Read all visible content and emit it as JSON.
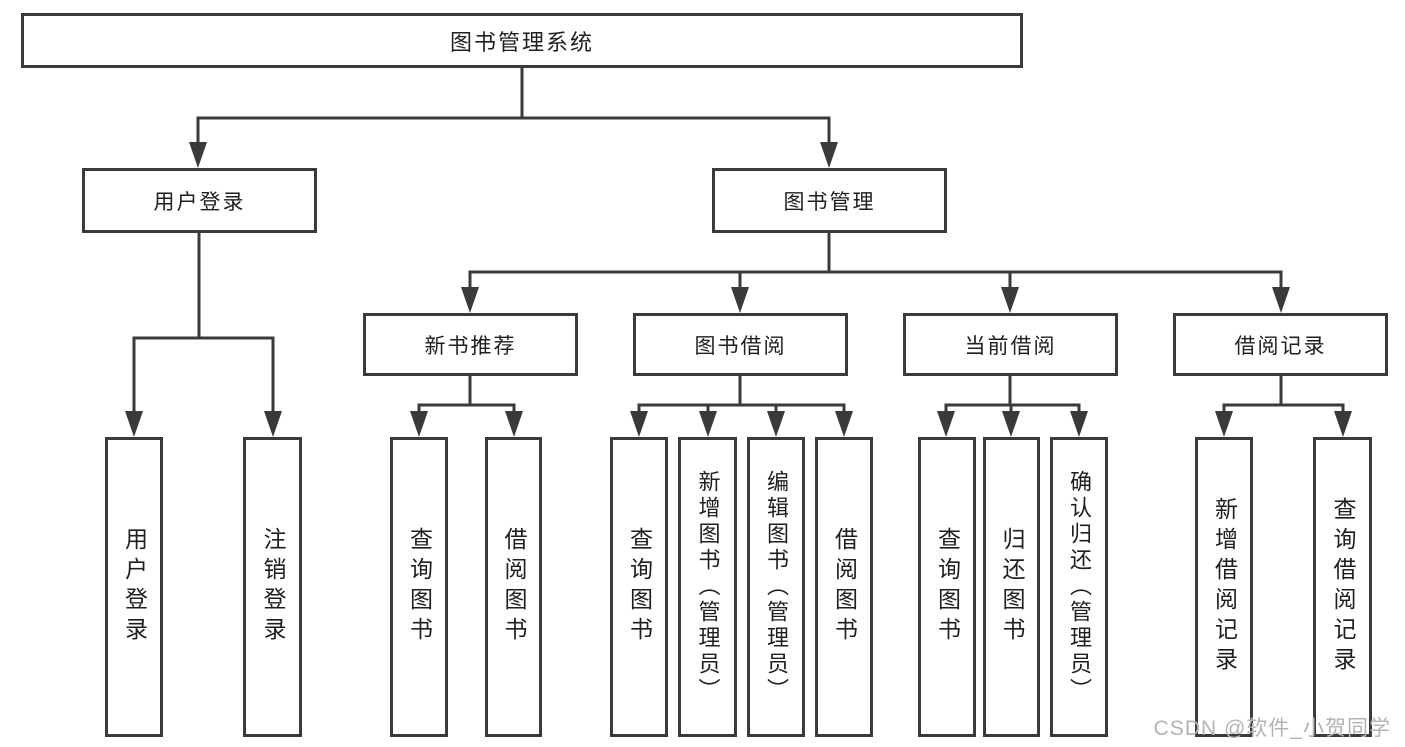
{
  "diagram_type": "hierarchy-tree",
  "colors": {
    "background": "#ffffff",
    "box_fill": "#ffffff",
    "box_border": "#3a3a3a",
    "line": "#3a3a3a",
    "text": "#1f1f1f",
    "watermark": "#b3b3b3"
  },
  "nodes": {
    "root": "图书管理系统",
    "user_login": "用户登录",
    "book_mgmt": "图书管理",
    "new_book_rec": "新书推荐",
    "book_borrow": "图书借阅",
    "current_borrow": "当前借阅",
    "borrow_record": "借阅记录",
    "ul_user_login": "用户登录",
    "ul_logout": "注销登录",
    "nb_query": "查询图书",
    "nb_borrow": "借阅图书",
    "bb_query": "查询图书",
    "bb_add": "新增图书（管理员）",
    "bb_edit": "编辑图书（管理员）",
    "bb_borrow": "借阅图书",
    "cb_query": "查询图书",
    "cb_return": "归还图书",
    "cb_confirm": "确认归还（管理员）",
    "br_add": "新增借阅记录",
    "br_query": "查询借阅记录"
  },
  "hierarchy": {
    "图书管理系统": {
      "用户登录": [
        "用户登录",
        "注销登录"
      ],
      "图书管理": {
        "新书推荐": [
          "查询图书",
          "借阅图书"
        ],
        "图书借阅": [
          "查询图书",
          "新增图书（管理员）",
          "编辑图书（管理员）",
          "借阅图书"
        ],
        "当前借阅": [
          "查询图书",
          "归还图书",
          "确认归还（管理员）"
        ],
        "借阅记录": [
          "新增借阅记录",
          "查询借阅记录"
        ]
      }
    }
  },
  "watermark": {
    "text": "CSDN @软件_小贺同学"
  }
}
